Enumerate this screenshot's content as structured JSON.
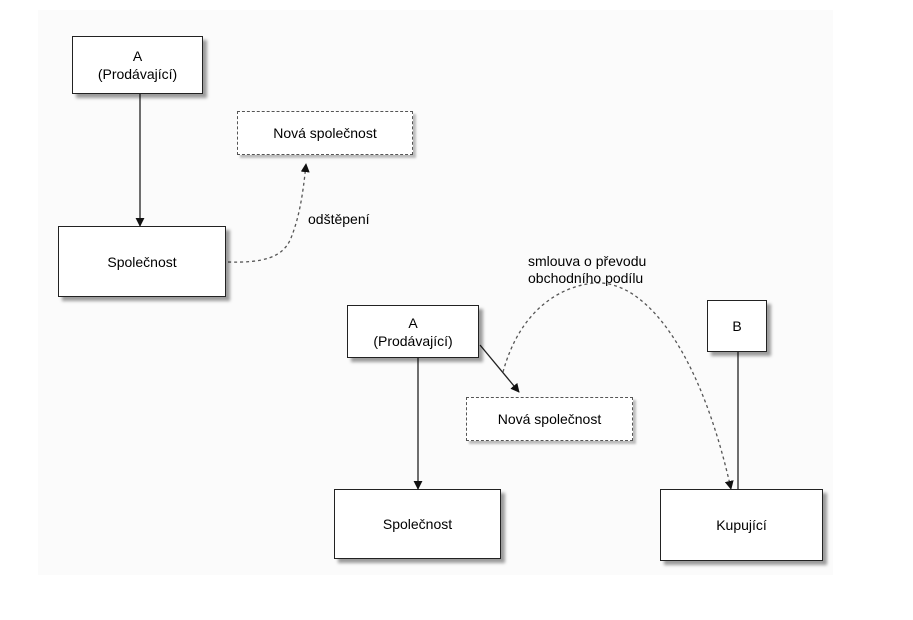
{
  "diagram_top": {
    "seller": {
      "line1": "A",
      "line2": "(Prodávající)"
    },
    "new_company": "Nová společnost",
    "company": "Společnost",
    "spinoff_label": "odštěpení"
  },
  "diagram_bottom": {
    "seller": {
      "line1": "A",
      "line2": "(Prodávající)"
    },
    "new_company": "Nová společnost",
    "company": "Společnost",
    "contract_label": {
      "line1": "smlouva o převodu",
      "line2": "obchodního podílu"
    },
    "b": "B",
    "buyer": "Kupující"
  },
  "colors": {
    "solid_line": "#222222",
    "dashed_line": "#555555"
  }
}
